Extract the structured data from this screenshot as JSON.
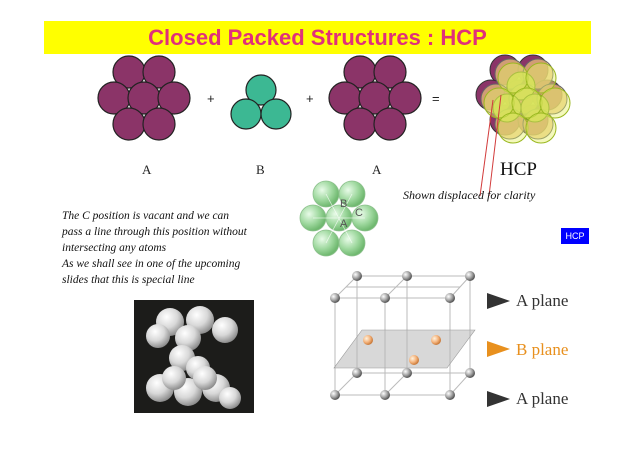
{
  "title": "Closed Packed Structures : HCP",
  "operators": {
    "plus1": "+",
    "plus2": "+",
    "equals": "="
  },
  "layer_labels": {
    "a1": "A",
    "b": "B",
    "a2": "A",
    "hcp": "HCP"
  },
  "displaced_note": "Shown displaced for clarity",
  "inset_labels": {
    "b": "B",
    "c": "C",
    "a": "A"
  },
  "description": [
    "The C position is vacant and we can",
    "pass a line through this position without",
    "intersecting any atoms",
    "As we shall see in one of the upcoming",
    "slides that this is special line"
  ],
  "hcp_button": "HCP",
  "planes": [
    {
      "label": "A plane",
      "color": "#333333"
    },
    {
      "label": "B plane",
      "color": "#e8901e"
    },
    {
      "label": "A plane",
      "color": "#333333"
    }
  ],
  "colors": {
    "title_bg": "#ffff00",
    "title_text": "#e0307a",
    "a_atom": "#8b3468",
    "b_atom": "#3cb893",
    "inset_atom": "#9ed89e",
    "button_bg": "#0000ff",
    "plane_b": "#e8901e"
  }
}
